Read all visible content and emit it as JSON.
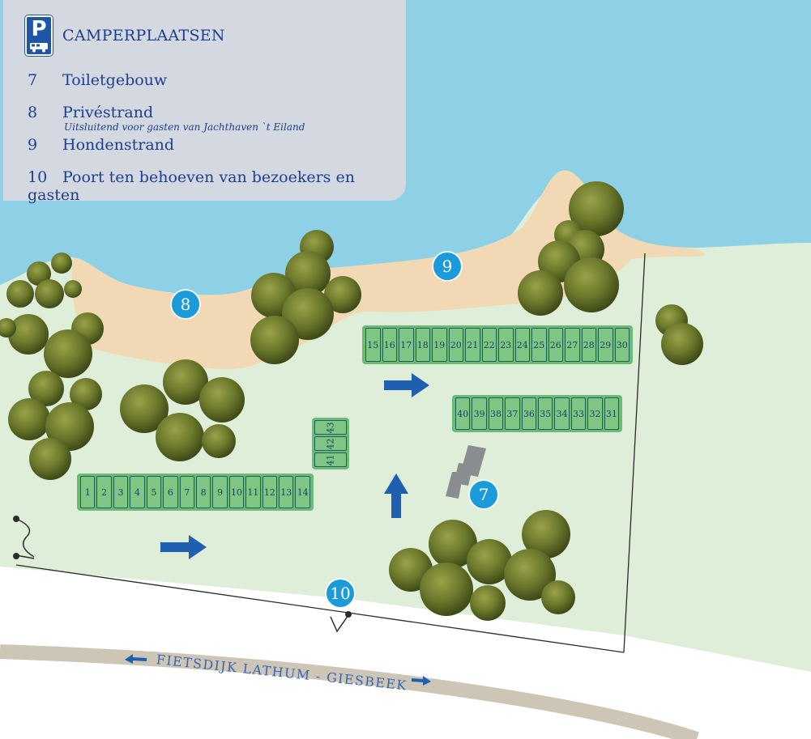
{
  "legend": {
    "parking_letter": "P",
    "title": "CAMPERPLAATSEN",
    "items": [
      {
        "num": "7",
        "label": "Toiletgebouw"
      },
      {
        "num": "8",
        "label": "Privéstrand",
        "sub": "Uitsluitend voor gasten van Jachthaven `t Eiland"
      },
      {
        "num": "9",
        "label": "Hondenstrand"
      },
      {
        "num": "10",
        "label": "Poort ten behoeven van bezoekers en gasten"
      }
    ]
  },
  "markers": {
    "m7": "7",
    "m8": "8",
    "m9": "9",
    "m10": "10"
  },
  "spots": {
    "row_1_14": [
      "1",
      "2",
      "3",
      "4",
      "5",
      "6",
      "7",
      "8",
      "9",
      "10",
      "11",
      "12",
      "13",
      "14"
    ],
    "row_15_30": [
      "15",
      "16",
      "17",
      "18",
      "19",
      "20",
      "21",
      "22",
      "23",
      "24",
      "25",
      "26",
      "27",
      "28",
      "29",
      "30"
    ],
    "row_40_31": [
      "40",
      "39",
      "38",
      "37",
      "36",
      "35",
      "34",
      "33",
      "32",
      "31"
    ],
    "col_41_43": [
      "43",
      "42",
      "41"
    ]
  },
  "road": {
    "label": "FIETSDIJK LATHUM - GIESBEEK"
  },
  "colors": {
    "water": "#8ed0e6",
    "grass": "#deeed9",
    "sand": "#f1d9b5",
    "spot": "#7fc685",
    "marker": "#1b9bd9",
    "arrow": "#1e5fb0",
    "legend_text": "#1d3f8f"
  }
}
